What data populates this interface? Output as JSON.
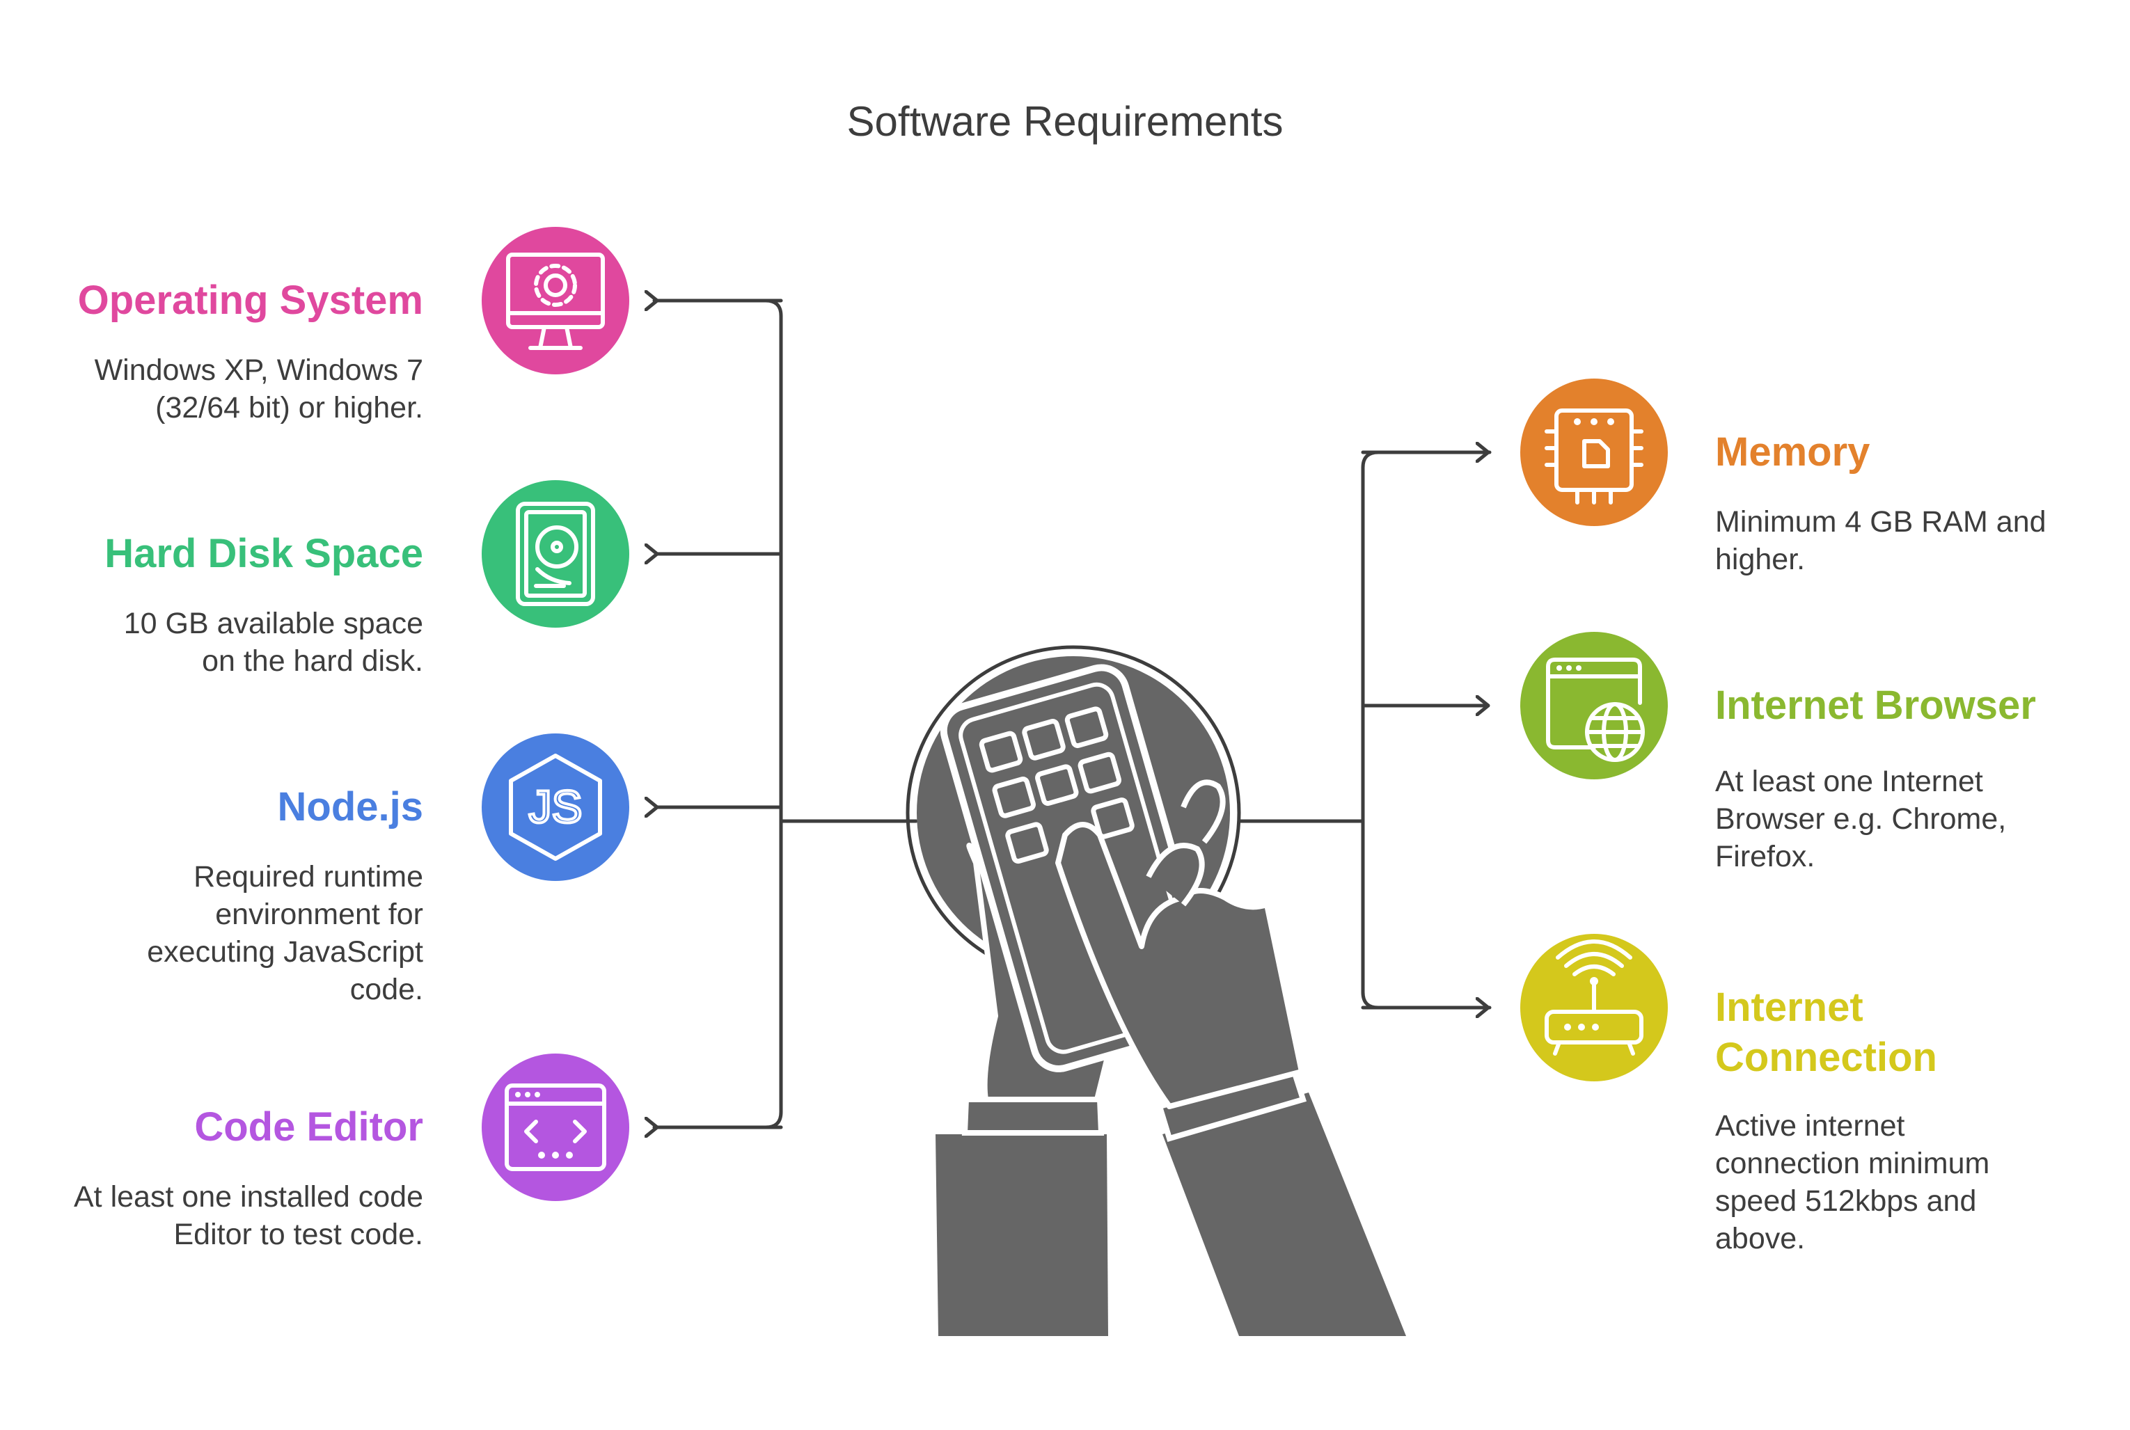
{
  "title": "Software Requirements",
  "left_items": [
    {
      "title": "Operating System",
      "description": "Windows XP, Windows 7 (32/64 bit) or higher.",
      "icon": "monitor-gear-icon",
      "color": "#e0489e"
    },
    {
      "title": "Hard Disk Space",
      "description": "10 GB available space on the hard disk.",
      "icon": "hard-disk-icon",
      "color": "#38c07a"
    },
    {
      "title": "Node.js",
      "description": "Required runtime environment for executing JavaScript code.",
      "icon": "nodejs-hexagon-icon",
      "color": "#4a7fe0"
    },
    {
      "title": "Code Editor",
      "description": "At least one installed code Editor to test code.",
      "icon": "code-window-icon",
      "color": "#b456e0"
    }
  ],
  "right_items": [
    {
      "title": "Memory",
      "description": "Minimum 4 GB RAM and higher.",
      "icon": "memory-chip-icon",
      "color": "#e3812c"
    },
    {
      "title": "Internet Browser",
      "description": "At least one Internet Browser e.g. Chrome, Firefox.",
      "icon": "browser-globe-icon",
      "color": "#8ab830"
    },
    {
      "title": "Internet Connection",
      "description": "Active internet connection minimum speed 512kbps and above.",
      "icon": "wifi-router-icon",
      "color": "#d4c81c"
    }
  ],
  "center_icon": "hands-keypad-icon",
  "connector_color": "#3d3d3d"
}
